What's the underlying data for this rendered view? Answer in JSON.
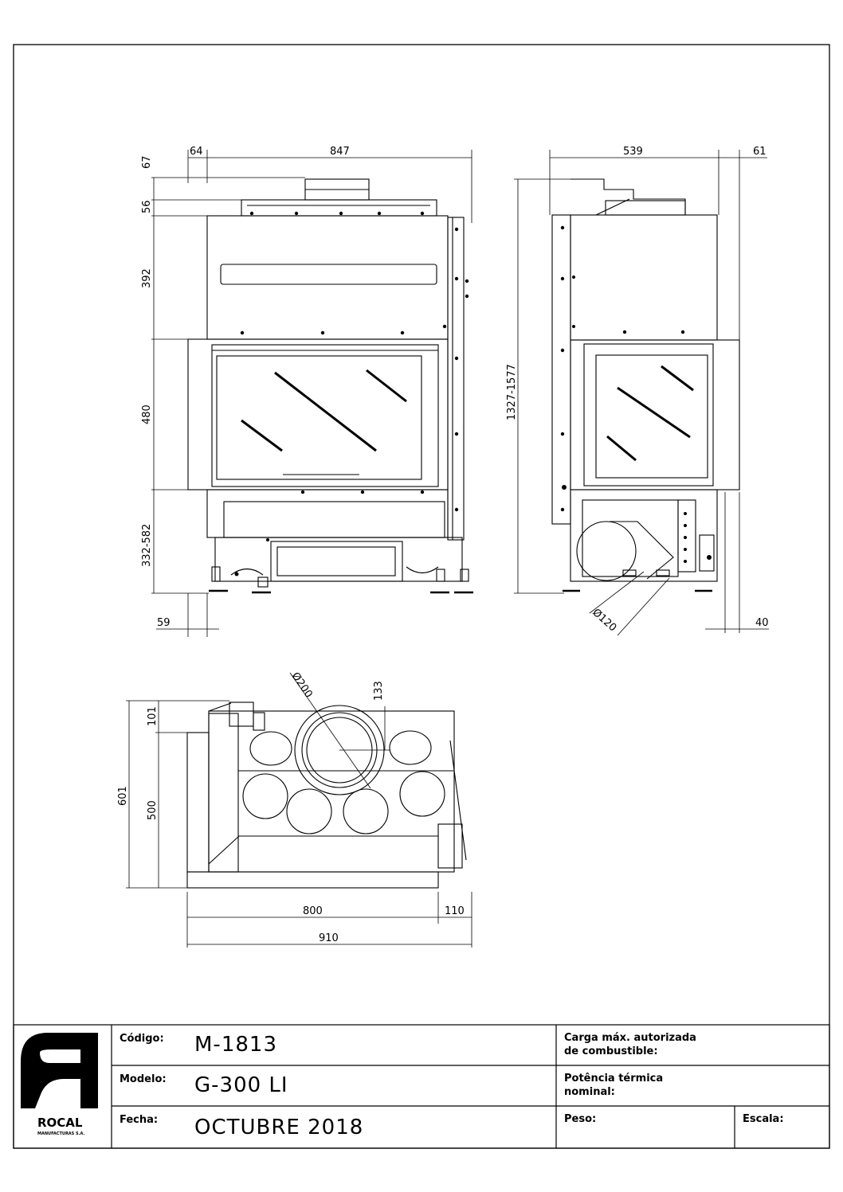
{
  "front_view": {
    "dims": {
      "top_offset": "67",
      "left_step": "64",
      "width": "847",
      "h1": "56",
      "h2": "392",
      "h3": "480",
      "h4": "332-582",
      "foot_offset": "59"
    }
  },
  "side_view": {
    "dims": {
      "depth": "539",
      "back_offset": "61",
      "height": "1327-1577",
      "duct": "Ø120",
      "foot_offset": "40"
    }
  },
  "top_view": {
    "dims": {
      "outlet": "Ø200",
      "outlet_offset": "133",
      "depth_total": "601",
      "depth_rear": "101",
      "depth_main": "500",
      "width_main": "800",
      "width_side": "110",
      "width_total": "910"
    }
  },
  "title_block": {
    "logo_name": "ROCAL",
    "logo_sub": "MANUFACTURAS S.A.",
    "codigo_label": "Código:",
    "codigo_value": "M-1813",
    "modelo_label": "Modelo:",
    "modelo_value": "G-300 LI",
    "fecha_label": "Fecha:",
    "fecha_value": "OCTUBRE 2018",
    "carga_label_1": "Carga máx. autorizada",
    "carga_label_2": "de combustible:",
    "potencia_label_1": "Potência térmica",
    "potencia_label_2": "nominal:",
    "peso_label": "Peso:",
    "escala_label": "Escala:"
  }
}
